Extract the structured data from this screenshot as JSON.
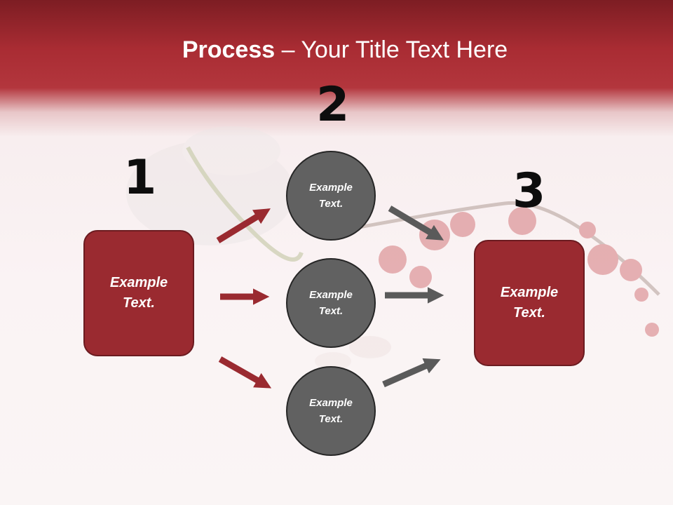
{
  "title": {
    "bold": "Process",
    "rest": " – Your Title Text Here"
  },
  "steps": {
    "one": "1",
    "two": "2",
    "three": "3"
  },
  "left_box": {
    "text": "Example\nText."
  },
  "circles": [
    {
      "text": "Example\nText."
    },
    {
      "text": "Example\nText."
    },
    {
      "text": "Example\nText."
    }
  ],
  "right_box": {
    "text": "Example\nText."
  },
  "colors": {
    "banner": "#a92c33",
    "box": "#9a2a30",
    "circle": "#616161",
    "red_arrow": "#9a2a30",
    "gray_arrow": "#5a5a5a"
  }
}
